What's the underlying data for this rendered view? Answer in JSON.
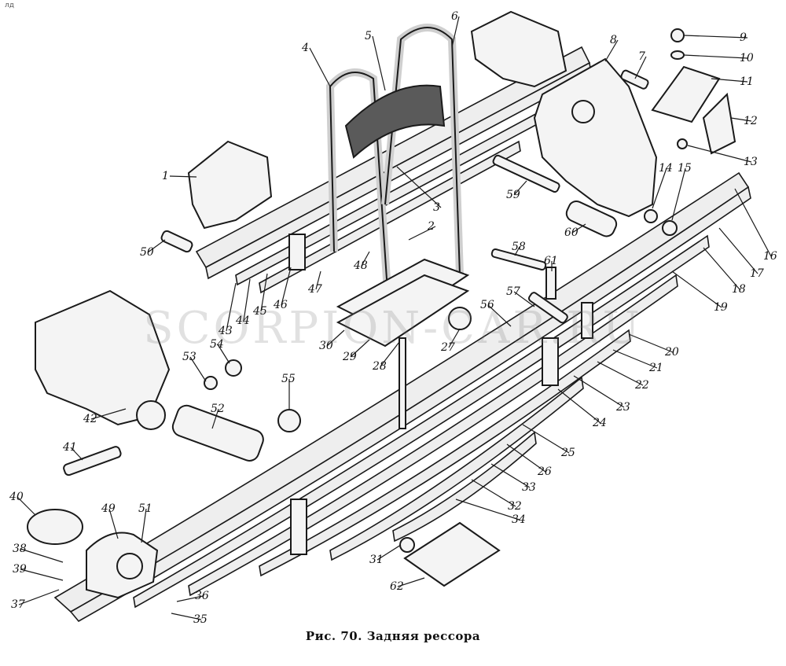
{
  "caption": "Рис. 70. Задняя рессора",
  "watermark": "SCORPION-CAR.RU",
  "corner_mark": "лд",
  "labels": [
    "1",
    "2",
    "3",
    "4",
    "5",
    "6",
    "7",
    "8",
    "9",
    "10",
    "11",
    "12",
    "13",
    "14",
    "15",
    "16",
    "17",
    "18",
    "19",
    "20",
    "21",
    "22",
    "23",
    "24",
    "25",
    "26",
    "27",
    "28",
    "29",
    "30",
    "31",
    "32",
    "33",
    "34",
    "35",
    "36",
    "37",
    "38",
    "39",
    "40",
    "41",
    "42",
    "43",
    "44",
    "45",
    "46",
    "47",
    "48",
    "49",
    "50",
    "51",
    "52",
    "53",
    "54",
    "55",
    "56",
    "57",
    "58",
    "59",
    "60",
    "61",
    "62"
  ]
}
